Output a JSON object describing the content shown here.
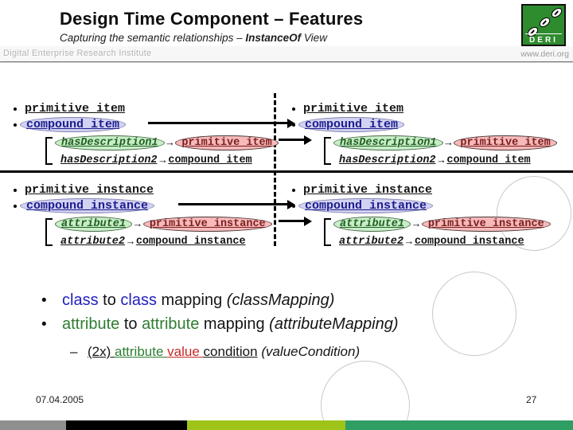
{
  "slide": {
    "title": "Design Time Component – Features",
    "subtitle": {
      "prefix": "Capturing the semantic relationships – ",
      "emphasis": "InstanceOf",
      "suffix": " View"
    },
    "org_name": "Digital Enterprise Research Institute",
    "website": "www.deri.org",
    "logo_text": "DERI",
    "footer": {
      "date": "07.04.2005",
      "page_number": "27"
    }
  },
  "diagram": {
    "bullet_char": "•",
    "arrow_char": "→",
    "item_block": {
      "line1": "primitive_item",
      "line2": "compound_item",
      "sub1_label": "hasDescription1",
      "sub1_target": "primitive_item",
      "sub2_label": "hasDescription2",
      "sub2_target": "compound_item"
    },
    "instance_block": {
      "line1": "primitive_instance",
      "line2": "compound_instance",
      "sub1_label": "attribute1",
      "sub1_target": "primitive_instance",
      "sub2_label": "attribute2",
      "sub2_target": "compound_instance"
    }
  },
  "mapping_bullets": {
    "bullet_char": "•",
    "line1": {
      "w1": "class",
      "mid": " to ",
      "w2": "class",
      "tail": " mapping ",
      "paren": "(classMapping)"
    },
    "line2": {
      "w1": "attribute",
      "mid": " to ",
      "w2": "attribute",
      "tail": " mapping ",
      "paren": "(attributeMapping)"
    },
    "sub": {
      "dash": "–",
      "p1": "(2x) ",
      "p2": "attribute ",
      "p3": "value ",
      "p4": "condition",
      "paren": " (valueCondition)"
    }
  },
  "colors": {
    "class_blue": "#1f1fbe",
    "attribute_green": "#2e7d32",
    "value_red": "#c62828",
    "ellipse_blue_fill": "#d2d2f2",
    "ellipse_green_fill": "#c8eec8",
    "ellipse_pink_fill": "#f7b9b9",
    "navy_text": "#1c1c8e",
    "dark_green_text": "#226022",
    "maroon_text": "#7a2020",
    "bar_gray": "#8f8f8f",
    "bar_black": "#000000",
    "bar_lightgreen": "#9ec41a",
    "bar_green": "#2f9e63",
    "logo_green": "#2e8b2e"
  }
}
